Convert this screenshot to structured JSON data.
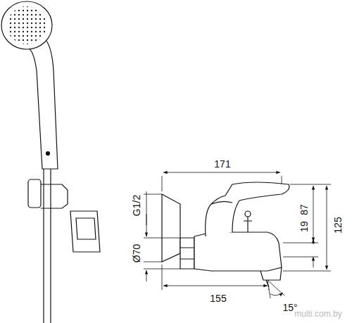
{
  "diagram": {
    "labels": [
      "171",
      "G1/2",
      "87",
      "19",
      "125",
      "Ø70",
      "155",
      "15°",
      "multi.com.by"
    ]
  }
}
